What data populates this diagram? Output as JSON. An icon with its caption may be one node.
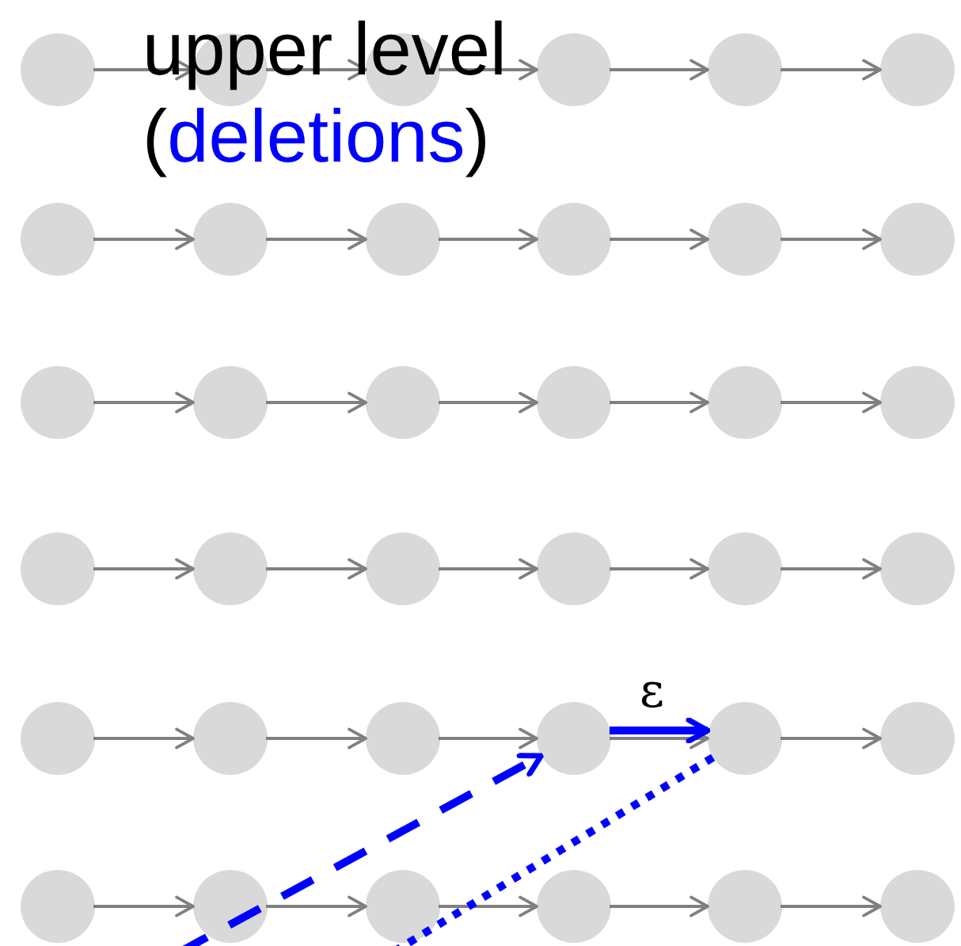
{
  "diagram": {
    "nodes": [
      {
        "text": [],
        "shape": "circle"
      },
      {
        "text": [],
        "shape": "circle"
      },
      {
        "text": [],
        "shape": "circle"
      },
      {
        "text": [],
        "shape": "circle"
      },
      {
        "text": [],
        "shape": "circle"
      },
      {
        "text": [],
        "shape": "circle"
      },
      {
        "text": [],
        "shape": "circle"
      },
      {
        "text": [],
        "shape": "circle"
      },
      {
        "text": [],
        "shape": "circle"
      },
      {
        "text": [],
        "shape": "circle"
      },
      {
        "text": [],
        "shape": "circle"
      },
      {
        "text": [],
        "shape": "circle"
      },
      {
        "text": [],
        "shape": "circle"
      },
      {
        "text": [],
        "shape": "circle"
      },
      {
        "text": [],
        "shape": "circle"
      },
      {
        "text": [],
        "shape": "circle"
      },
      {
        "text": [],
        "shape": "circle"
      },
      {
        "text": [],
        "shape": "circle"
      },
      {
        "text": [],
        "shape": "circle"
      },
      {
        "text": [],
        "shape": "circle"
      },
      {
        "text": [],
        "shape": "circle"
      },
      {
        "text": [],
        "shape": "circle"
      },
      {
        "text": [],
        "shape": "circle"
      },
      {
        "text": [],
        "shape": "circle"
      },
      {
        "text": [],
        "shape": "circle"
      },
      {
        "text": [],
        "shape": "circle"
      },
      {
        "text": [],
        "shape": "circle"
      },
      {
        "text": [],
        "shape": "circle"
      },
      {
        "text": [],
        "shape": "circle"
      },
      {
        "text": [],
        "shape": "circle"
      },
      {
        "text": [],
        "shape": "circle"
      },
      {
        "text": [],
        "shape": "circle"
      },
      {
        "text": [],
        "shape": "circle"
      },
      {
        "text": [],
        "shape": "circle"
      },
      {
        "text": [],
        "shape": "circle"
      },
      {
        "text": [],
        "shape": "circle"
      }
    ],
    "edges": [
      {
        "from": 0,
        "to": 1,
        "arrow": "to"
      },
      {
        "from": 1,
        "to": 2,
        "arrow": "to"
      },
      {
        "from": 2,
        "to": 3,
        "arrow": "to"
      },
      {
        "from": 3,
        "to": 4,
        "arrow": "to"
      },
      {
        "from": 4,
        "to": 5,
        "arrow": "to"
      },
      {
        "from": 6,
        "to": 7,
        "arrow": "to"
      },
      {
        "from": 7,
        "to": 8,
        "arrow": "to"
      },
      {
        "from": 8,
        "to": 9,
        "arrow": "to"
      },
      {
        "from": 9,
        "to": 10,
        "arrow": "to"
      },
      {
        "from": 10,
        "to": 11,
        "arrow": "to"
      },
      {
        "from": 12,
        "to": 13,
        "arrow": "to"
      },
      {
        "from": 13,
        "to": 14,
        "arrow": "to"
      },
      {
        "from": 14,
        "to": 15,
        "arrow": "to"
      },
      {
        "from": 15,
        "to": 16,
        "arrow": "to"
      },
      {
        "from": 16,
        "to": 17,
        "arrow": "to"
      },
      {
        "from": 18,
        "to": 19,
        "arrow": "to"
      },
      {
        "from": 19,
        "to": 20,
        "arrow": "to"
      },
      {
        "from": 20,
        "to": 21,
        "arrow": "to"
      },
      {
        "from": 21,
        "to": 22,
        "arrow": "to"
      },
      {
        "from": 22,
        "to": 23,
        "arrow": "to"
      },
      {
        "from": 24,
        "to": 25,
        "arrow": "to"
      },
      {
        "from": 25,
        "to": 26,
        "arrow": "to"
      },
      {
        "from": 26,
        "to": 27,
        "arrow": "to"
      },
      {
        "from": 27,
        "to": 28,
        "arrow": "to"
      },
      {
        "from": 28,
        "to": 29,
        "arrow": "to"
      },
      {
        "from": 30,
        "to": 31,
        "arrow": "to"
      },
      {
        "from": 31,
        "to": 32,
        "arrow": "to"
      },
      {
        "from": 32,
        "to": 33,
        "arrow": "to"
      },
      {
        "from": 33,
        "to": 34,
        "arrow": "to"
      },
      {
        "from": 34,
        "to": 35,
        "arrow": "to"
      },
      {
        "from": 27,
        "to": 28,
        "arrow": "to",
        "label": "ε",
        "style": "thick",
        "color": "#0000ff"
      },
      {
        "from": null,
        "to": 27,
        "arrow": "to",
        "style": "dashed",
        "color": "#0000ff"
      },
      {
        "from": 28,
        "to": null,
        "arrow": "none",
        "style": "dashed",
        "color": "#0000ff"
      }
    ],
    "labels": [
      "upper level (*deletions*)"
    ]
  }
}
